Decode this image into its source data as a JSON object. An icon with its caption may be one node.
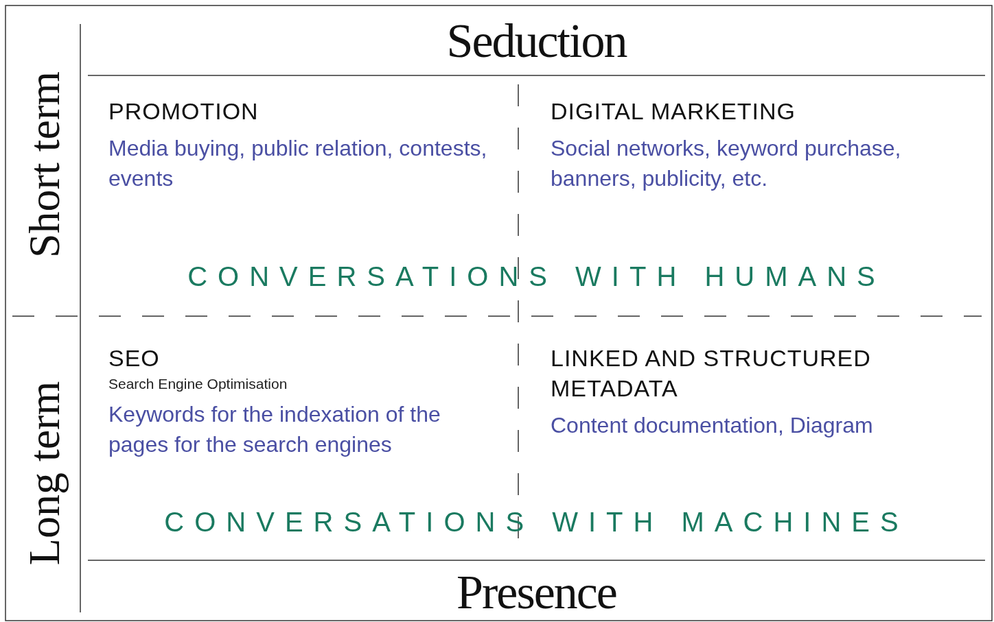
{
  "diagram": {
    "title": "Seduction",
    "caption": "Presence",
    "nodes": [
      {
        "text": [
          "PROMOTION",
          "Media buying, public relation, contests, events"
        ]
      },
      {
        "text": [
          "DIGITAL MARKETING",
          "Social networks, keyword purchase, banners, publicity, etc."
        ]
      },
      {
        "text": [
          "SEO",
          "Search Engine Optimisation",
          "Keywords for the indexation of the pages for the search engines"
        ]
      },
      {
        "text": [
          "LINKED AND STRUCTURED METADATA",
          "Content documentation, Diagram"
        ]
      }
    ],
    "edges": [],
    "labels": [
      "Short term",
      "CONVERSATIONS WITH HUMANS",
      "Long term",
      "CONVERSATIONS WITH MACHINES"
    ]
  }
}
